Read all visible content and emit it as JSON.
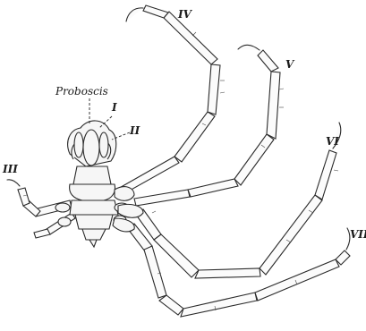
{
  "labels": {
    "proboscis": "Proboscis",
    "I": "I",
    "II": "II",
    "III": "III",
    "IV": "IV",
    "V": "V",
    "VI": "VI",
    "VII": "VII"
  }
}
